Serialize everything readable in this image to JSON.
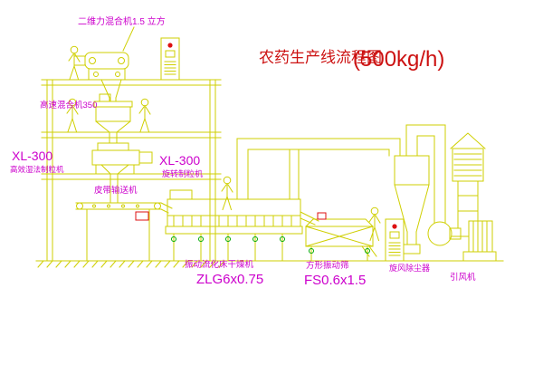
{
  "diagram": {
    "title": {
      "name": "农药生产线流程图",
      "capacity": "(500kg/h)"
    },
    "labels": {
      "top_mixer": "二维力混合机1.5 立方",
      "high_speed_mixer": "高速混合机350",
      "wet_granulator_model": "XL-300",
      "wet_granulator_name": "高效湿法制粒机",
      "rotary_granulator_model": "XL-300",
      "rotary_granulator_name": "旋转制粒机",
      "belt_conveyor": "皮带输送机",
      "fluid_bed_dryer_name": "振动流化床干燥机",
      "fluid_bed_dryer_model": "ZLG6x0.75",
      "vibrating_screen_name": "方形振动筛",
      "vibrating_screen_model": "FS0.6x1.5",
      "cyclone_collector": "旋风除尘器",
      "induced_draft_fan": "引风机"
    },
    "colors": {
      "background": "#ffffff",
      "line": "#cfcf00",
      "label": "#cc00cc",
      "title": "#cc1111",
      "accent_red": "#dd1111",
      "accent_green": "#00aa00"
    }
  }
}
